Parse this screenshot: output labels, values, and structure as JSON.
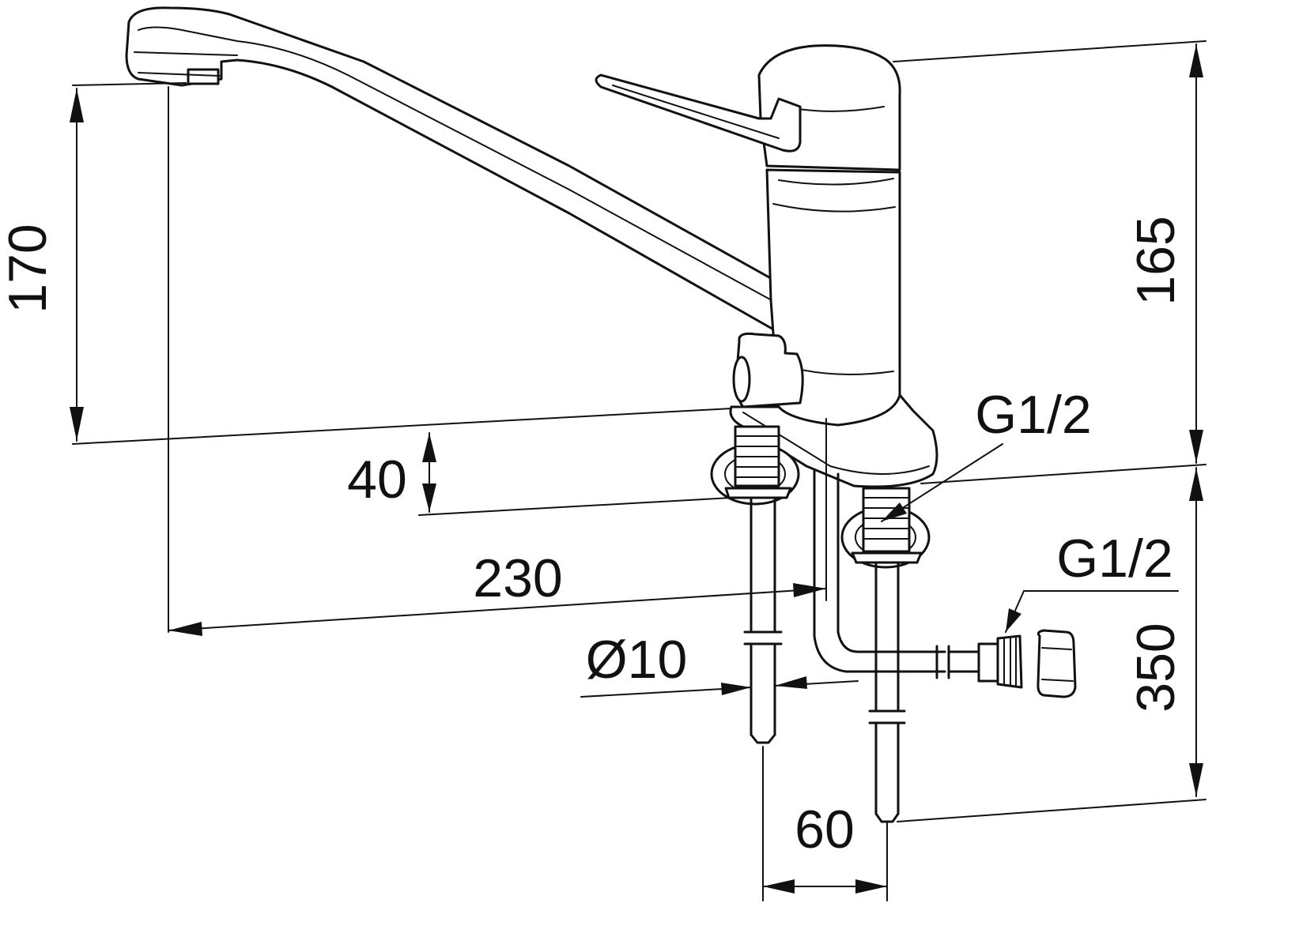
{
  "diagram": {
    "subject-icon": "single-lever-kitchen-faucet-drawing",
    "dimensions": {
      "spout_height": "170",
      "body_height": "165",
      "flange_height": "40",
      "spout_reach": "230",
      "tube_diameter": "Ø10",
      "hose_length": "350",
      "inlet_spacing": "60"
    },
    "threads": {
      "inlet_thread": "G1/2",
      "outlet_thread": "G1/2"
    }
  }
}
